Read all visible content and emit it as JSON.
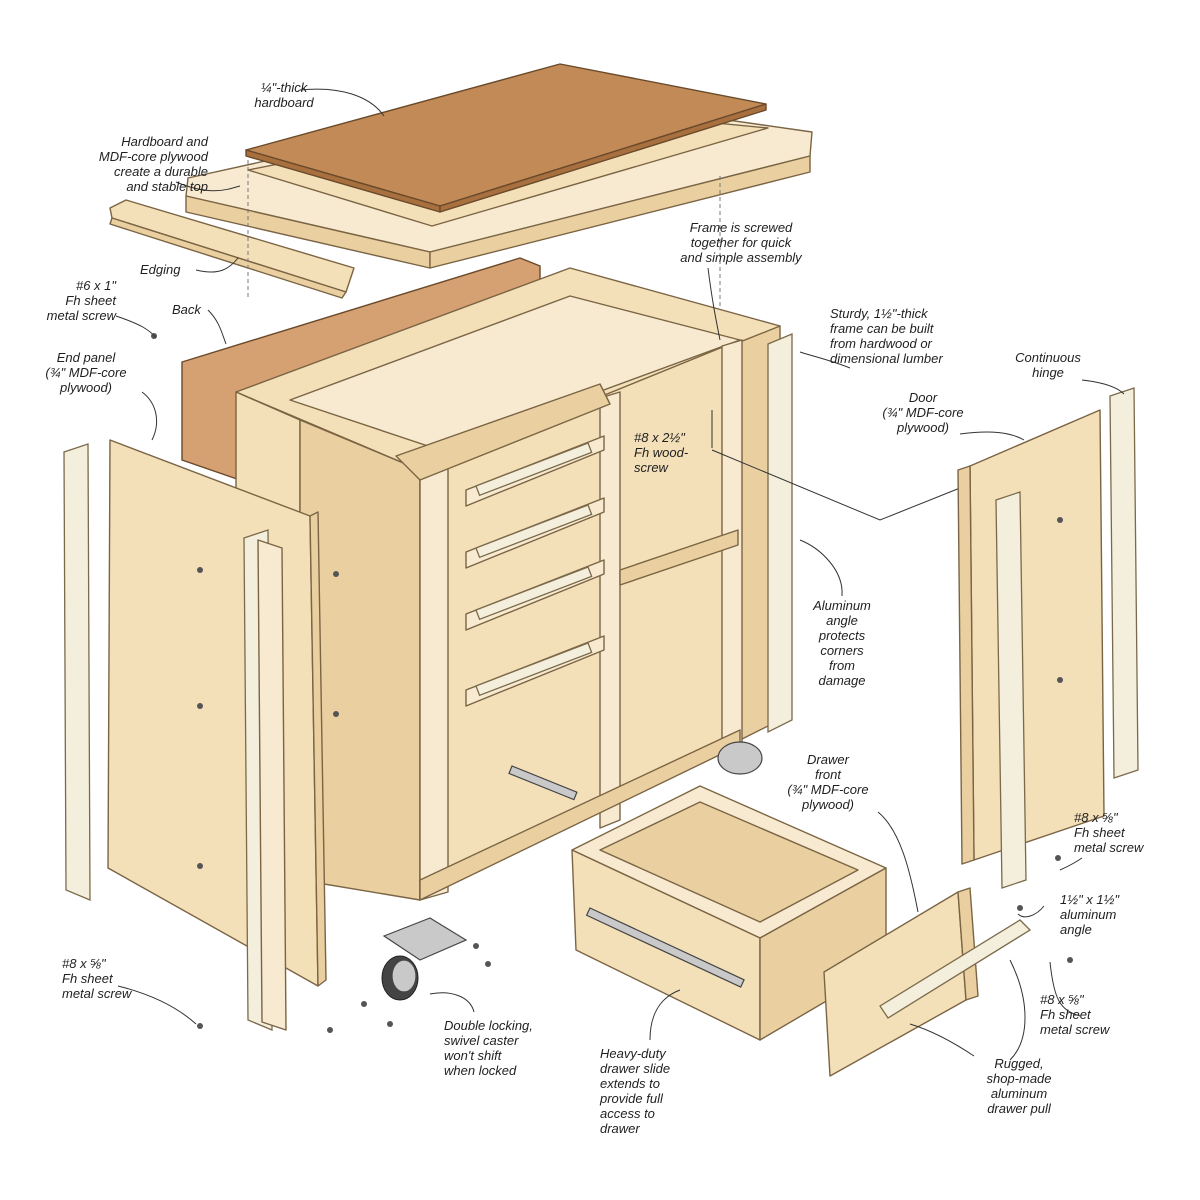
{
  "labels": {
    "hardboard": "¼\"-thick\nhardboard",
    "top_note": "Hardboard and\nMDF-core plywood\ncreate a durable\nand stable top",
    "edging": "Edging",
    "screw_6x1": "#6 x 1\"\nFh sheet\nmetal screw",
    "back": "Back",
    "end_panel": "End panel\n(¾\" MDF-core\nplywood)",
    "frame_screwed": "Frame is screwed\ntogether for quick\nand simple assembly",
    "sturdy_frame": "Sturdy, 1½\"-thick\nframe can be built\nfrom hardwood or\ndimensional lumber",
    "continuous_hinge": "Continuous\nhinge",
    "door": "Door\n(¾\" MDF-core\nplywood)",
    "wood_screw": "#8 x 2½\"\nFh wood-\nscrew",
    "aluminum_angle_protects": "Aluminum\nangle\nprotects\ncorners\nfrom\ndamage",
    "drawer_front": "Drawer\nfront\n(¾\" MDF-core\nplywood)",
    "screw_8x58_right": "#8 x ⅝\"\nFh sheet\nmetal screw",
    "aluminum_angle_size": "1½\" x 1½\"\naluminum\nangle",
    "screw_8x58_right2": "#8 x ⅝\"\nFh sheet\nmetal screw",
    "screw_8x58_left": "#8 x ⅝\"\nFh sheet\nmetal screw",
    "caster": "Double locking,\nswivel caster\nwon't shift\nwhen locked",
    "drawer_slide": "Heavy-duty\ndrawer slide\nextends to\nprovide full\naccess to\ndrawer",
    "drawer_pull": "Rugged,\nshop-made\naluminum\ndrawer pull"
  },
  "colors": {
    "wood": "#f3dfb8",
    "hardboard": "#c28a57",
    "aluminum": "#f4efdc",
    "ink": "#1f1f1f"
  }
}
